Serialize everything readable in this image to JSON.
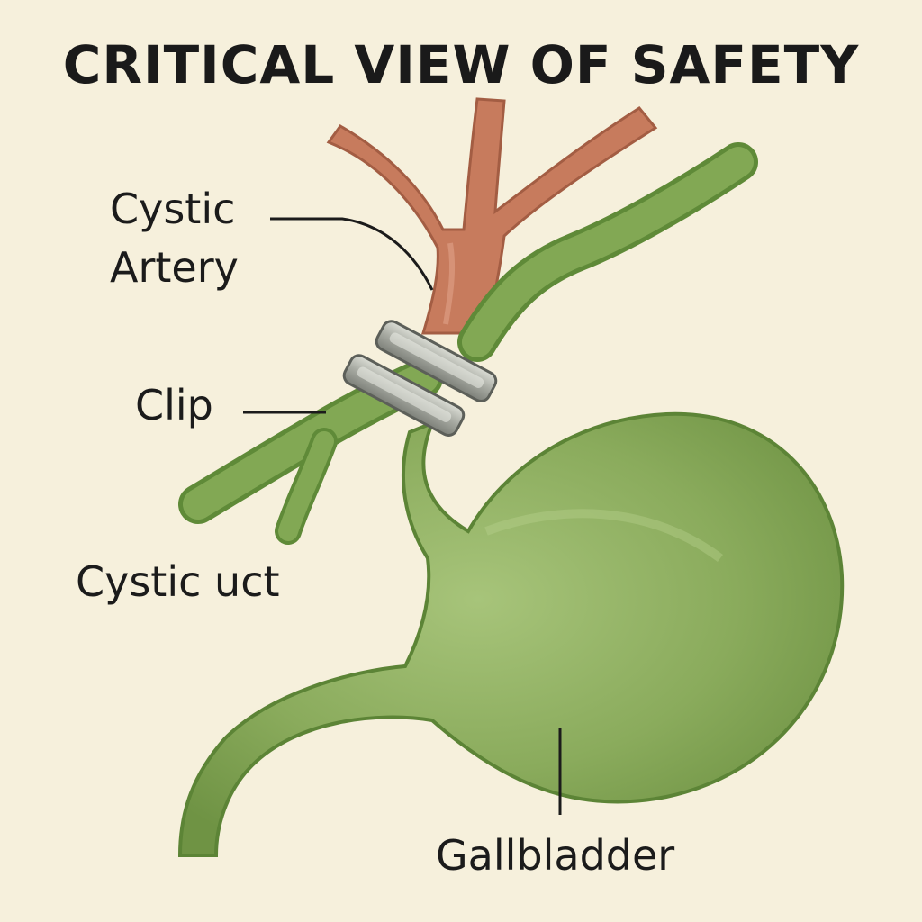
{
  "title": "CRITICAL VIEW OF SAFETY",
  "labels": {
    "cystic_artery_line1": "Cystic",
    "cystic_artery_line2": "Artery",
    "clip": "Clip",
    "cystic_duct": "Cystic uct",
    "gallbladder": "Gallbladder"
  },
  "colors": {
    "background": "#f6f0dc",
    "artery": "#c77b5d",
    "duct": "#7fa54f",
    "gallbladder": "#8fb060",
    "clip": "#a9aca4"
  }
}
